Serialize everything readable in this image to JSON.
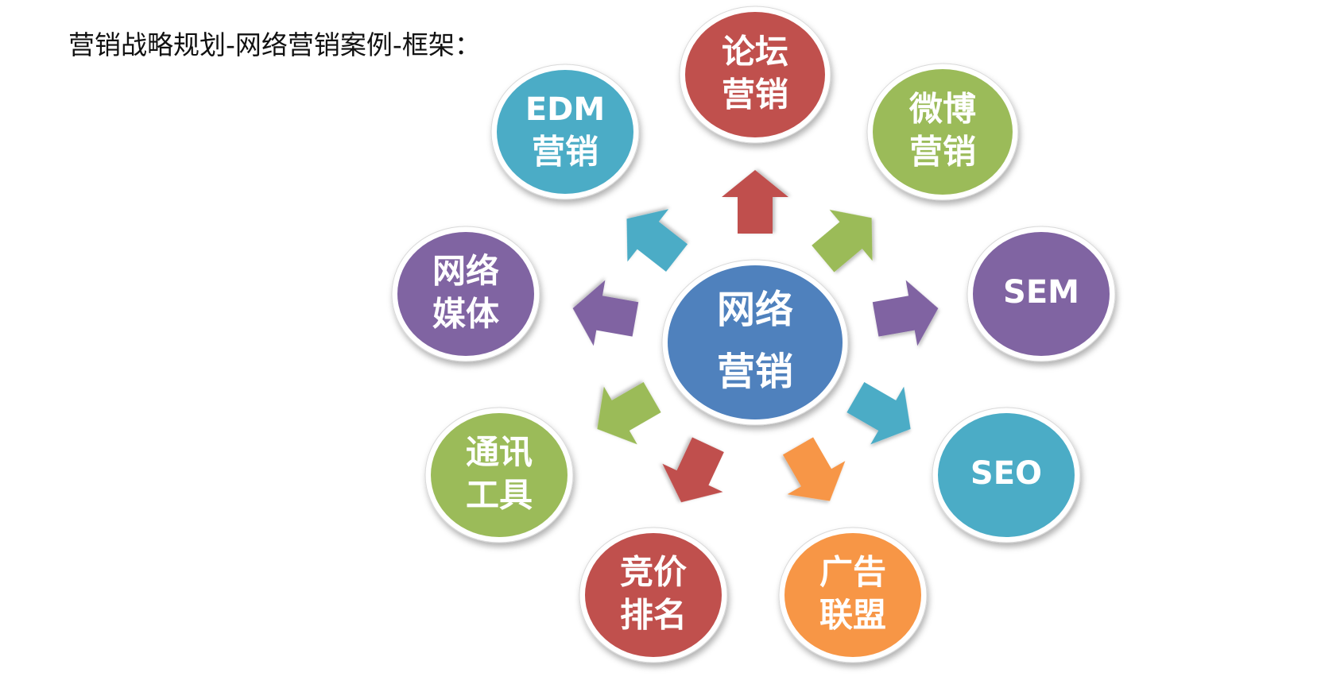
{
  "title": "营销战略规划-网络营销案例-框架：",
  "center": {
    "line1": "网络",
    "line2": "营销",
    "color": "#4f81bd"
  },
  "nodes": [
    {
      "id": "luntan",
      "line1": "论坛",
      "line2": "营销",
      "color": "#c0504d",
      "arrow_color": "#c0504d"
    },
    {
      "id": "weibo",
      "line1": "微博",
      "line2": "营销",
      "color": "#9bbb59",
      "arrow_color": "#9bbb59"
    },
    {
      "id": "sem",
      "line1": "SEM",
      "line2": "",
      "color": "#8064a2",
      "arrow_color": "#8064a2"
    },
    {
      "id": "seo",
      "line1": "SEO",
      "line2": "",
      "color": "#4bacc6",
      "arrow_color": "#4bacc6"
    },
    {
      "id": "guanggao",
      "line1": "广告",
      "line2": "联盟",
      "color": "#f79646",
      "arrow_color": "#f79646"
    },
    {
      "id": "jingjia",
      "line1": "竞价",
      "line2": "排名",
      "color": "#c0504d",
      "arrow_color": "#c0504d"
    },
    {
      "id": "tongxun",
      "line1": "通讯",
      "line2": "工具",
      "color": "#9bbb59",
      "arrow_color": "#9bbb59"
    },
    {
      "id": "meiti",
      "line1": "网络",
      "line2": "媒体",
      "color": "#8064a2",
      "arrow_color": "#8064a2"
    },
    {
      "id": "edm",
      "line1": "EDM",
      "line2": "营销",
      "color": "#4bacc6",
      "arrow_color": "#4bacc6"
    }
  ]
}
